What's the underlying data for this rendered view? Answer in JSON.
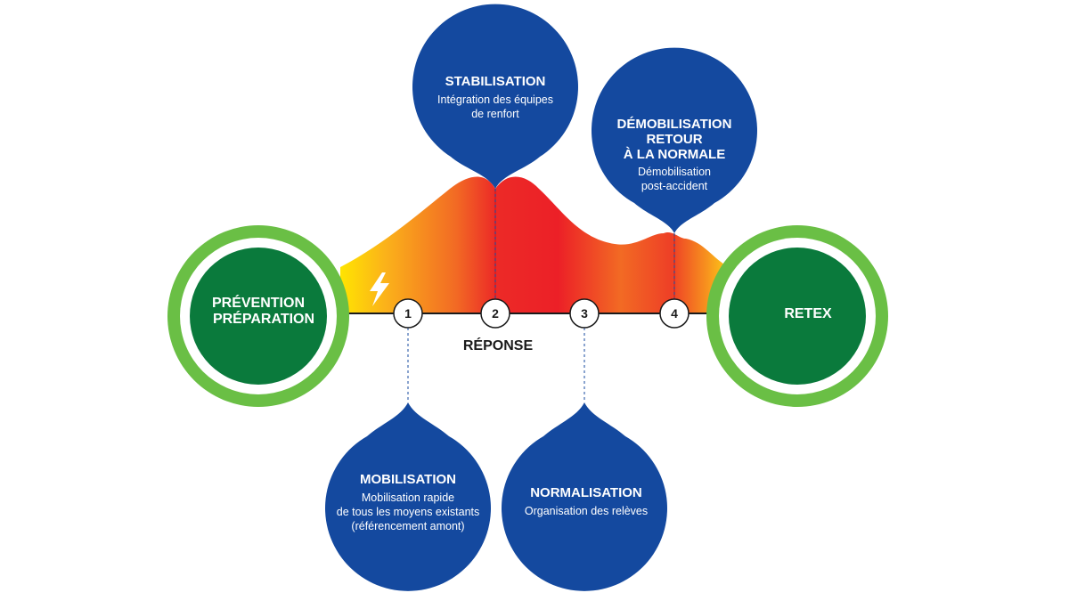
{
  "colors": {
    "blue": "#14499f",
    "dark_green": "#0a7a3c",
    "light_green": "#6abf45",
    "red": "#ec2027",
    "orange": "#f47920",
    "yellow": "#ffe100"
  },
  "left_circle": {
    "line1": "PRÉVENTION",
    "line2": "PRÉPARATION"
  },
  "right_circle": {
    "label": "RETEX"
  },
  "response_label": "RÉPONSE",
  "steps": [
    {
      "number": "1",
      "title": "MOBILISATION",
      "lines": [
        "Mobilisation rapide",
        "de tous les moyens existants",
        "(référencement amont)"
      ]
    },
    {
      "number": "2",
      "title": "STABILISATION",
      "lines": [
        "Intégration des équipes",
        "de renfort"
      ]
    },
    {
      "number": "3",
      "title": "NORMALISATION",
      "lines": [
        "Organisation des relèves"
      ]
    },
    {
      "number": "4",
      "title_lines": [
        "DÉMOBILISATION",
        "RETOUR",
        "À LA NORMALE"
      ],
      "lines": [
        "Démobilisation",
        "post-accident"
      ]
    }
  ],
  "icons": {
    "event": "lightning-icon",
    "arrow": "arrow-right-icon"
  }
}
